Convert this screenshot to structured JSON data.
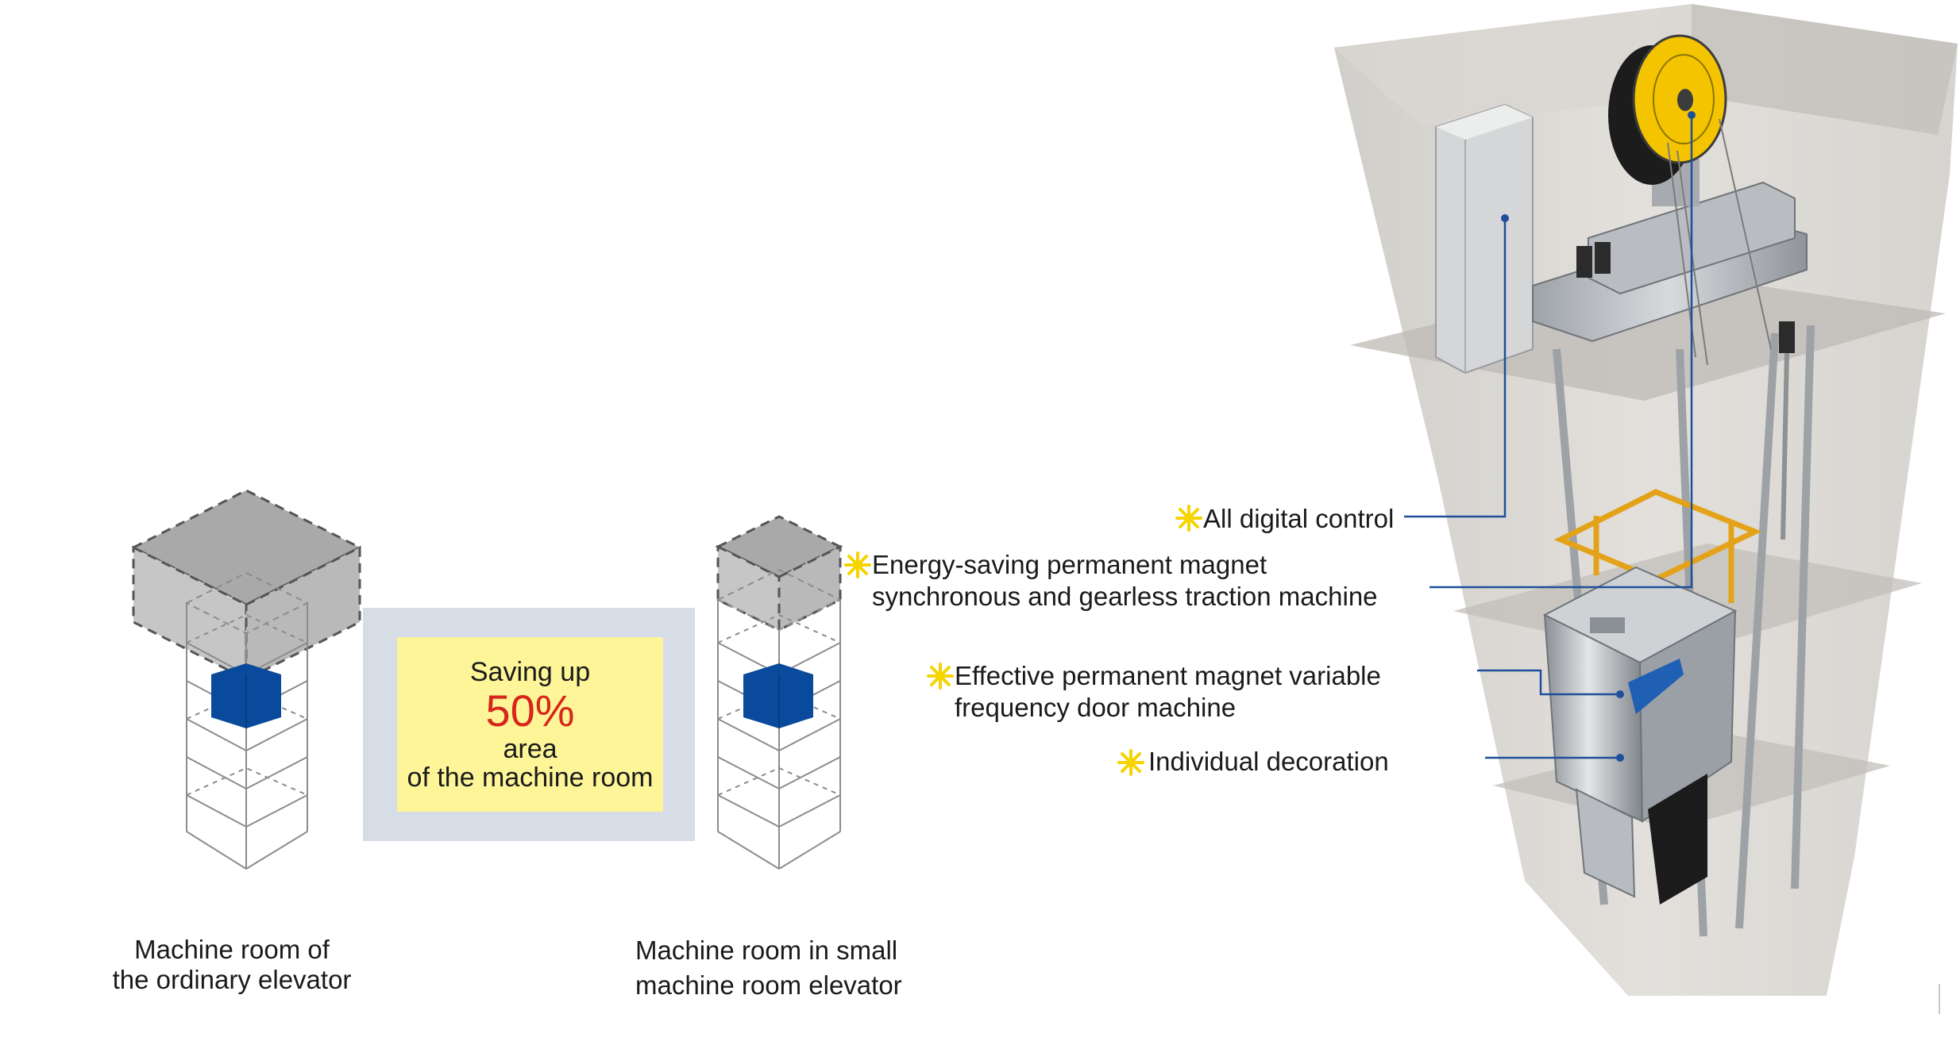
{
  "saving": {
    "line1": "Saving up",
    "percent": "50%",
    "line3": "area",
    "line4": "of the machine room"
  },
  "captions": {
    "ordinary_line1": "Machine room of",
    "ordinary_line2": "the ordinary elevator",
    "small_line1": "Machine room in small",
    "small_line2": "machine room elevator"
  },
  "features": [
    {
      "lines": [
        "All digital control"
      ]
    },
    {
      "lines": [
        "Energy-saving permanent magnet",
        "synchronous and gearless traction machine"
      ]
    },
    {
      "lines": [
        "Effective permanent magnet variable",
        "frequency door machine"
      ]
    },
    {
      "lines": [
        "Individual decoration"
      ]
    }
  ],
  "colors": {
    "accent_red": "#d7261b",
    "highlight_yellow": "#fdf598",
    "frame_blue_gray": "#d6dde7",
    "machine_blue": "#0a4a9c",
    "callout_line": "#1f4f9a",
    "sparkle": "#f6d400"
  },
  "icons": {
    "feature_bullet": "sparkle-icon"
  }
}
